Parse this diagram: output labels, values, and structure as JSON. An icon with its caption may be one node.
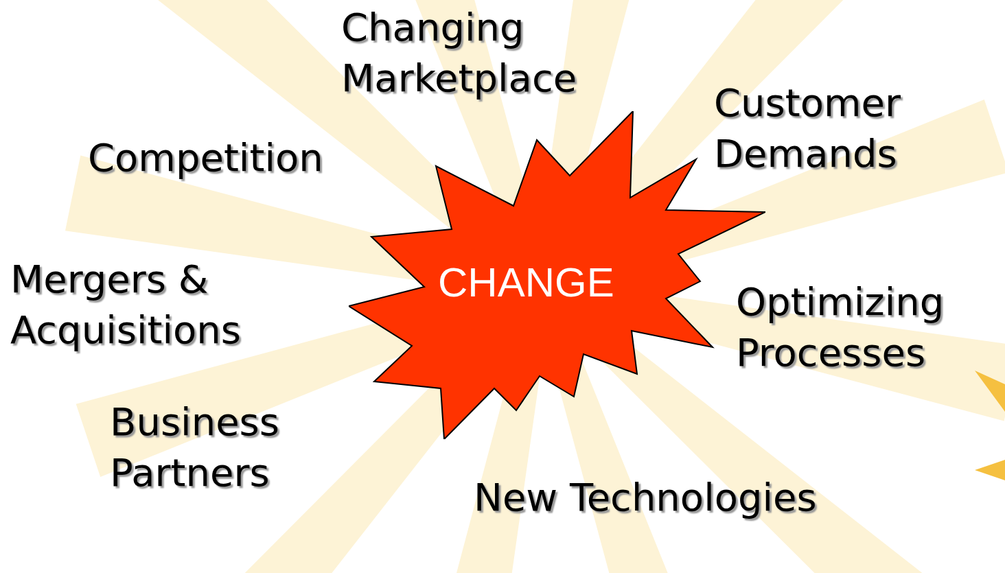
{
  "diagram": {
    "nodes": [
      {
        "text": [
          "CHANGE"
        ]
      }
    ],
    "labels": [
      "Changing Marketplace",
      "Customer Demands",
      "Competition",
      "Mergers & Acquisitions",
      "Optimizing Processes",
      "Business Partners",
      "New Technologies"
    ]
  }
}
